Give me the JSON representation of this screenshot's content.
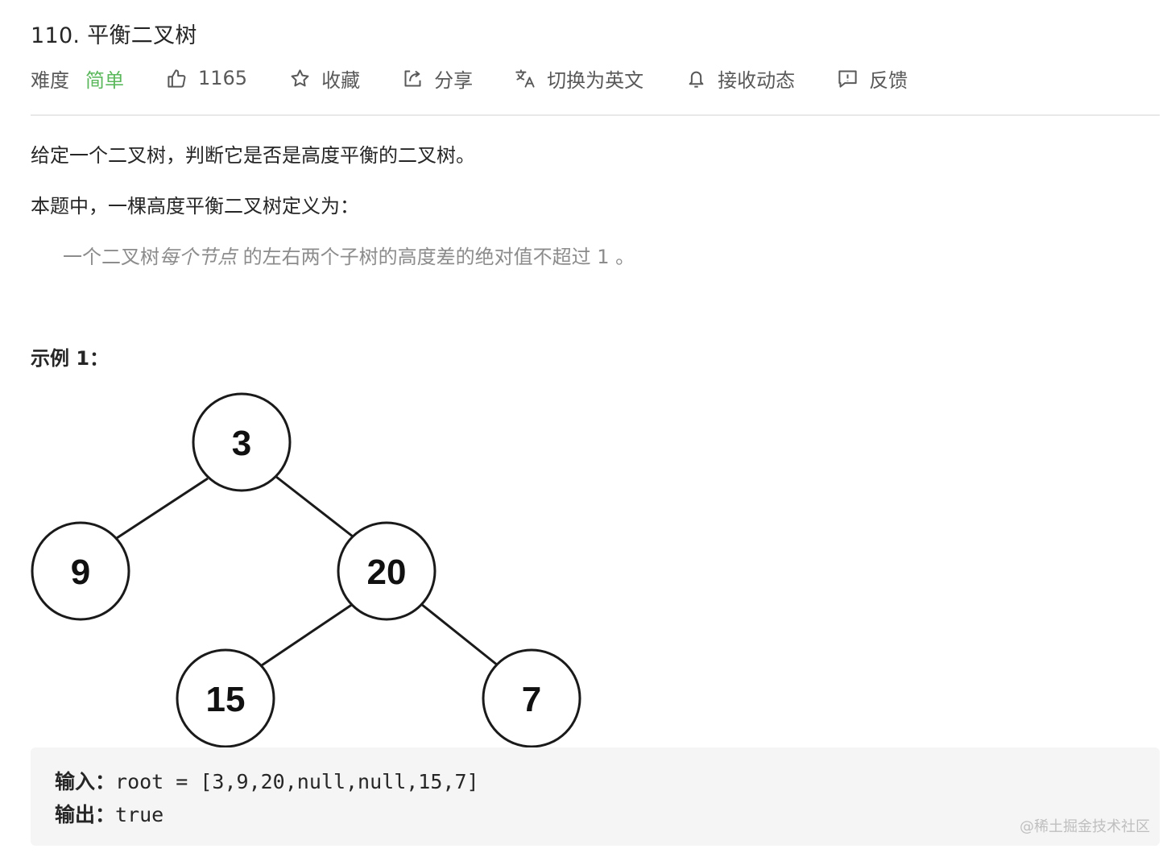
{
  "problem": {
    "title": "110. 平衡二叉树"
  },
  "meta": {
    "difficulty_label": "难度",
    "difficulty_value": "简单",
    "likes": "1165",
    "favorite": "收藏",
    "share": "分享",
    "switch_lang": "切换为英文",
    "subscribe": "接收动态",
    "feedback": "反馈",
    "colors": {
      "easy": "#5cb85c"
    }
  },
  "description": {
    "p1": "给定一个二叉树，判断它是否是高度平衡的二叉树。",
    "p2": "本题中，一棵高度平衡二叉树定义为：",
    "quote_prefix": "一个二叉树",
    "quote_em": "每个节点",
    "quote_suffix": " 的左右两个子树的高度差的绝对值不超过 1 。"
  },
  "example": {
    "heading": "示例 1：",
    "tree": {
      "nodes": [
        "3",
        "9",
        "20",
        "15",
        "7"
      ]
    },
    "input_label": "输入：",
    "input_value": "root = [3,9,20,null,null,15,7]",
    "output_label": "输出：",
    "output_value": "true"
  },
  "watermark": "@稀土掘金技术社区"
}
